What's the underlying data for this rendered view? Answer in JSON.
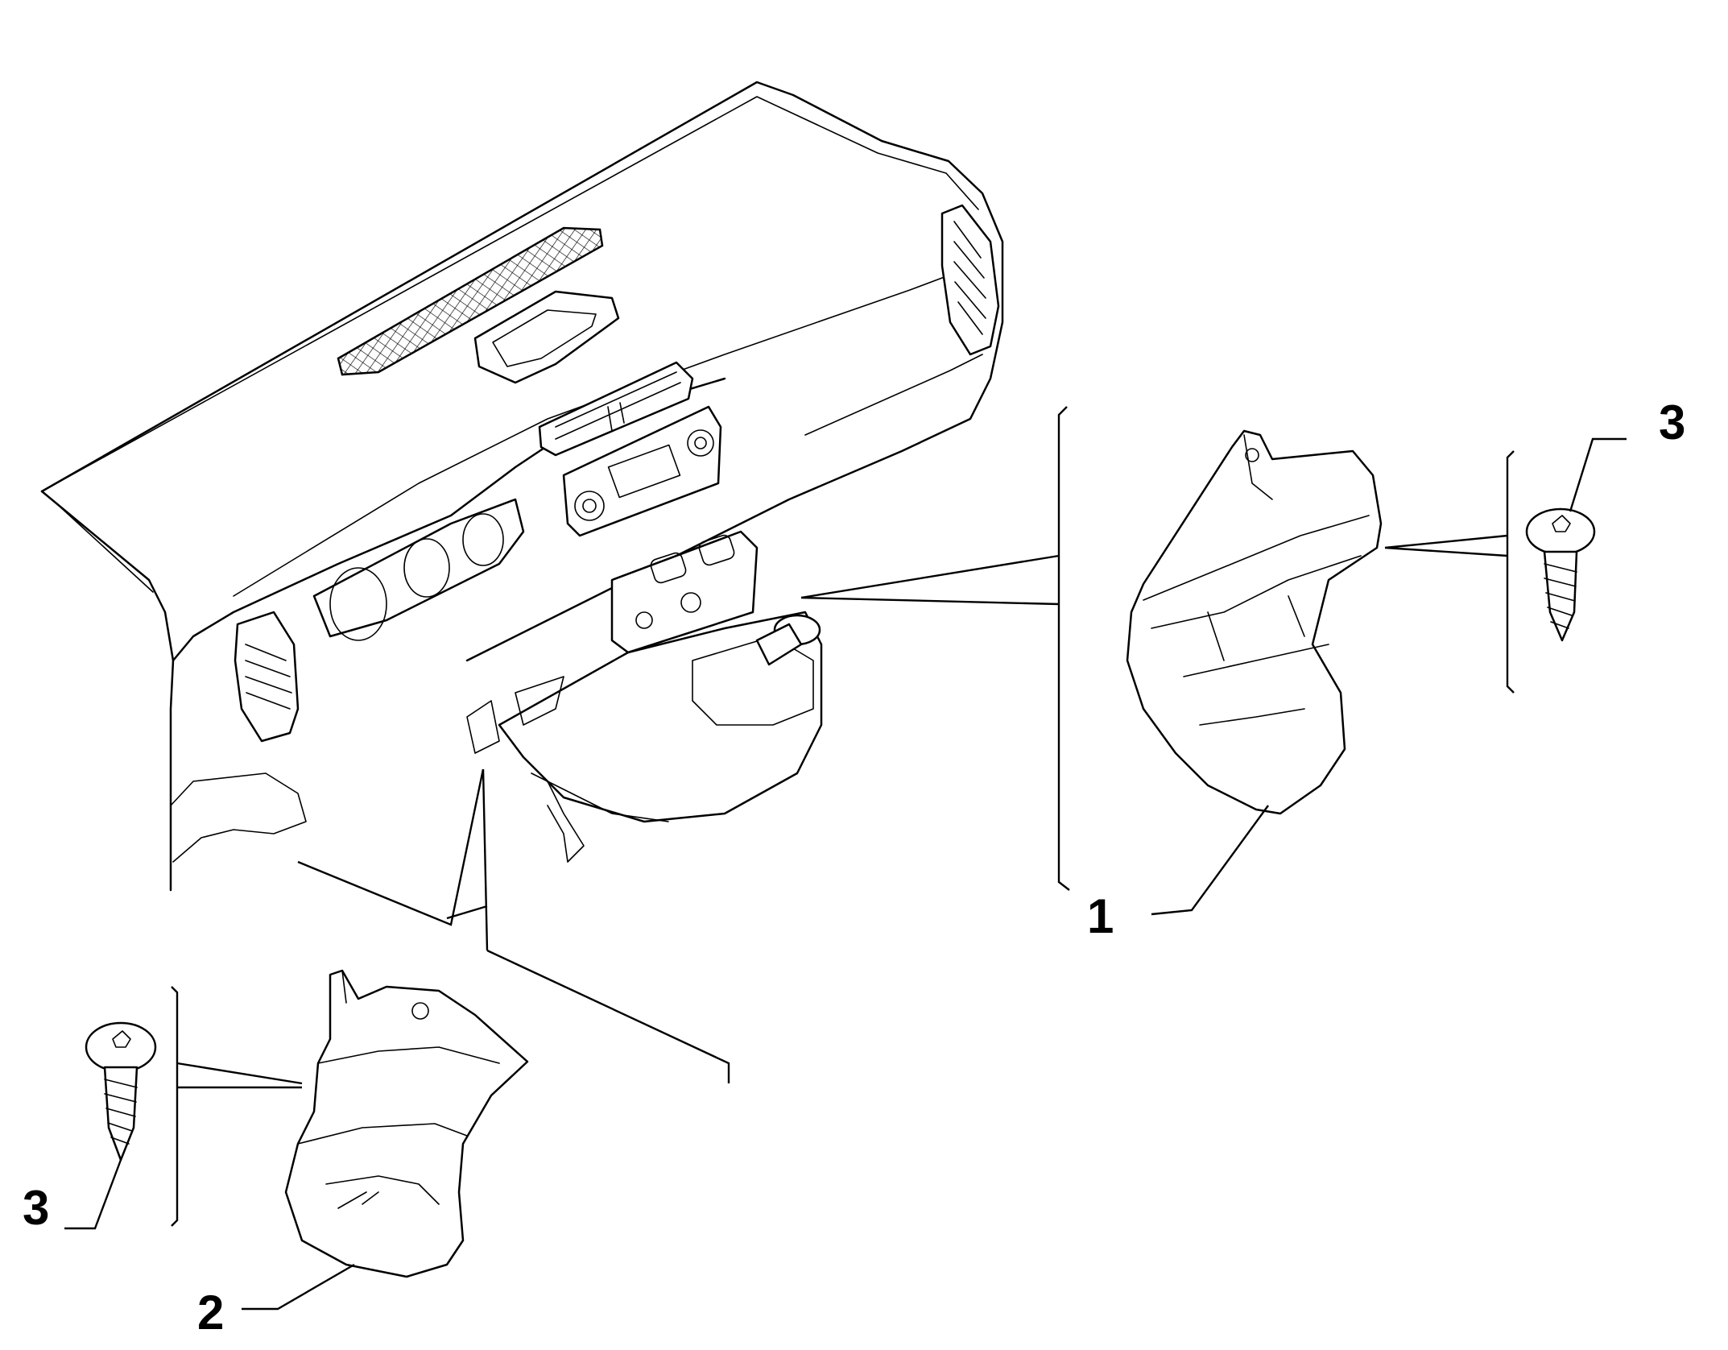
{
  "callouts": {
    "part_1": "1",
    "part_2": "2",
    "part_3_right": "3",
    "part_3_left": "3"
  },
  "colors": {
    "line": "#000000",
    "background": "#ffffff"
  }
}
